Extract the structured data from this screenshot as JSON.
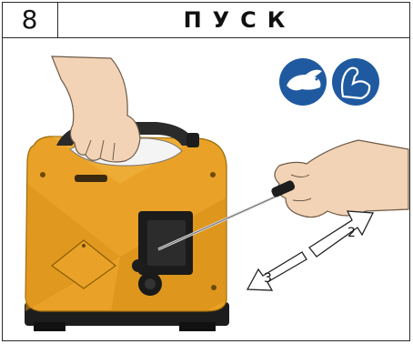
{
  "step": {
    "number": "8",
    "title": "ПУСК"
  },
  "icons": {
    "speed": "rabbit-icon",
    "effort": "flexed-arm-icon",
    "color": "#1f5aa0"
  },
  "arrows": {
    "pull_label": "2",
    "return_label": "3"
  },
  "colors": {
    "generator_body": "#e9a227",
    "generator_dark": "#b97a12",
    "base": "#1d1d1d"
  }
}
